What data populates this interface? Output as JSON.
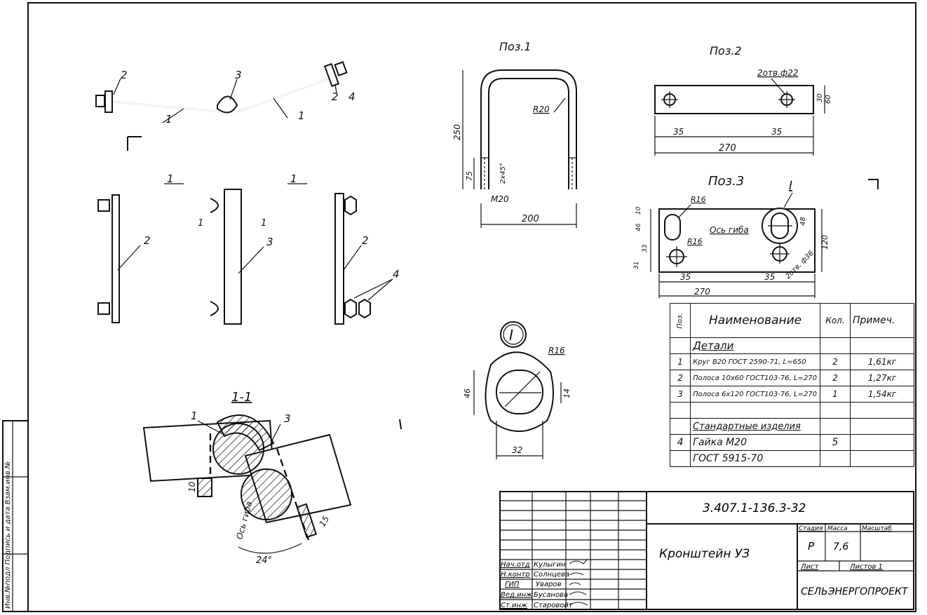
{
  "drawing_number": "3.407.1-136.3-32",
  "drawing_title": "Кронштейн УЗ",
  "organization": "СЕЛЬЭНЕРГОПРОЕКТ",
  "stage": "Р",
  "mass": "7,6",
  "scale": "",
  "sheet_label": "Лист",
  "sheets_label": "Листов 1",
  "title_headers": {
    "stage": "Стадия",
    "mass": "Масса",
    "scale": "Масштаб"
  },
  "signatures": [
    {
      "role": "Нач.отд",
      "name": "Кулыгин"
    },
    {
      "role": "Н.контр",
      "name": "Солнцева"
    },
    {
      "role": "ГИП",
      "name": "Уваров"
    },
    {
      "role": "Вед.инж",
      "name": "Бусанова"
    },
    {
      "role": "Ст.инж",
      "name": "Старовойт"
    }
  ],
  "side_stamp": "Инв.№подл Подпись и дата Взам.инв.№",
  "views": {
    "pos1": "Поз.1",
    "pos2": "Поз.2",
    "pos3": "Поз.3",
    "section": "1-1",
    "detail": "I"
  },
  "dimensions": {
    "pos1": [
      "250",
      "75",
      "R20",
      "2х45°",
      "М20",
      "200"
    ],
    "pos2": [
      "2отв.ф22",
      "30",
      "60",
      "35",
      "35",
      "270"
    ],
    "pos3": [
      "R16",
      "10",
      "46",
      "33",
      "31",
      "R16",
      "Ось гиба",
      "48",
      "120",
      "2отв. ф36",
      "35",
      "35",
      "270"
    ],
    "detail": [
      "R16",
      "46",
      "14",
      "32"
    ],
    "section": [
      "10",
      "Ось гиба",
      "24°",
      "15"
    ]
  },
  "callouts": [
    "1",
    "2",
    "3",
    "4"
  ],
  "spec_headers": {
    "pos": "Поз.",
    "name": "Наименование",
    "qty": "Кол.",
    "note": "Примеч."
  },
  "spec_sections": {
    "details": "Детали",
    "standard": "Стандартные изделия"
  },
  "spec_rows": [
    {
      "pos": "1",
      "name": "Круг В20 ГОСТ 2590-71, L=650",
      "qty": "2",
      "note": "1,61кг"
    },
    {
      "pos": "2",
      "name": "Полоса 10х60 ГОСТ103-76, L=270",
      "qty": "2",
      "note": "1,27кг"
    },
    {
      "pos": "3",
      "name": "Полоса 6х120 ГОСТ103-76, L=270",
      "qty": "1",
      "note": "1,54кг"
    }
  ],
  "spec_standard_rows": [
    {
      "pos": "4",
      "name": "Гайка М20",
      "qty": "5",
      "note": ""
    },
    {
      "pos": "",
      "name": "ГОСТ 5915-70",
      "qty": "",
      "note": ""
    }
  ]
}
